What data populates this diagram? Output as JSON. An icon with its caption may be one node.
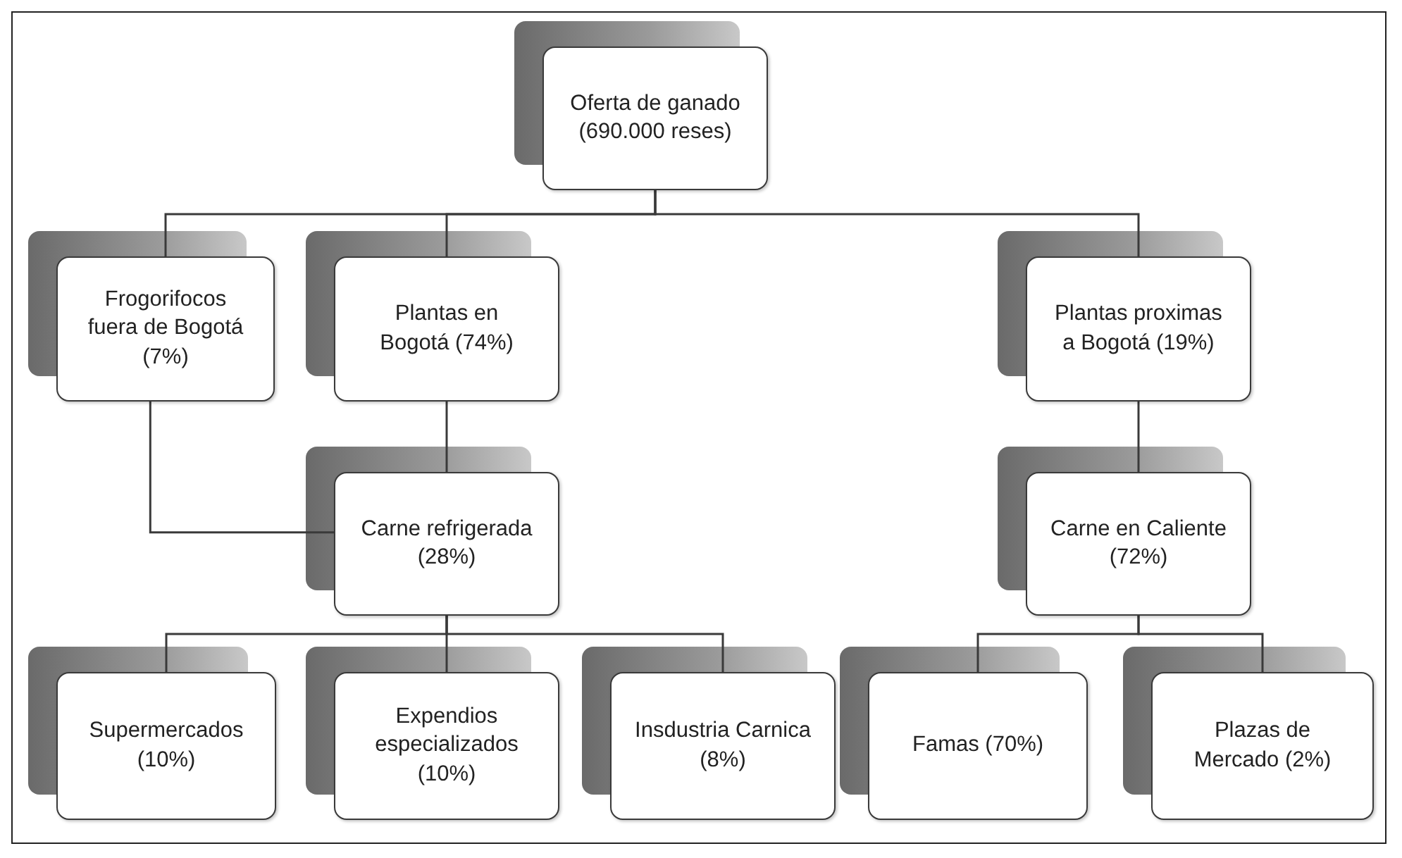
{
  "diagram": {
    "nodes": [
      {
        "text": [
          "Oferta de ganado (690.000 reses)"
        ]
      },
      {
        "text": [
          "Frogorifocos fuera de Bogotá (7%)"
        ]
      },
      {
        "text": [
          "Plantas en Bogotá (74%)"
        ]
      },
      {
        "text": [
          "Plantas proximas a Bogotá (19%)"
        ]
      },
      {
        "text": [
          "Carne refrigerada (28%)"
        ]
      },
      {
        "text": [
          "Carne en Caliente (72%)"
        ]
      },
      {
        "text": [
          "Supermercados (10%)"
        ]
      },
      {
        "text": [
          "Expendios especializados (10%)"
        ]
      },
      {
        "text": [
          "Insdustria Carnica (8%)"
        ]
      },
      {
        "text": [
          "Famas (70%)"
        ]
      },
      {
        "text": [
          "Plazas de Mercado (2%)"
        ]
      }
    ],
    "edges": [
      {
        "from": 0,
        "to": 1,
        "arrow": "none"
      },
      {
        "from": 0,
        "to": 2,
        "arrow": "none"
      },
      {
        "from": 0,
        "to": 3,
        "arrow": "none"
      },
      {
        "from": 2,
        "to": 4,
        "arrow": "none"
      },
      {
        "from": 1,
        "to": 4,
        "arrow": "none"
      },
      {
        "from": 3,
        "to": 5,
        "arrow": "none"
      },
      {
        "from": 4,
        "to": 6,
        "arrow": "none"
      },
      {
        "from": 4,
        "to": 7,
        "arrow": "none"
      },
      {
        "from": 4,
        "to": 8,
        "arrow": "none"
      },
      {
        "from": 5,
        "to": 9,
        "arrow": "none"
      },
      {
        "from": 5,
        "to": 10,
        "arrow": "none"
      }
    ]
  }
}
